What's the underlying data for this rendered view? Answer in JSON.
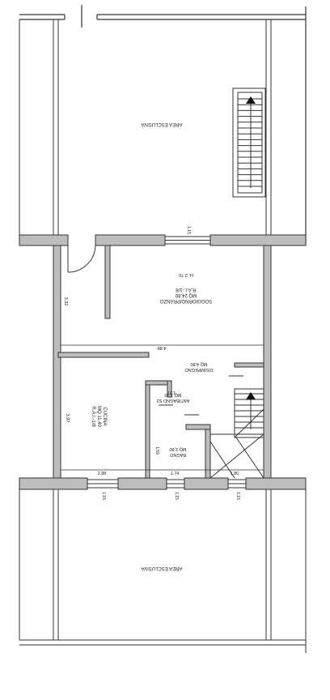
{
  "rooms": {
    "area_top": {
      "label": "AREA ESCLUSIVA"
    },
    "soggiorno": {
      "name": "SOGGIORNO/PRANZO",
      "area": "MQ 24,80",
      "ratio": "R.A.I.-1/8"
    },
    "height": {
      "label": "H. 2.70"
    },
    "disimpegno": {
      "name": "DISIMPEGNO",
      "area": "MQ 4,80"
    },
    "antibagno": {
      "name": "ANTIBAGNO S3",
      "area": "MQ 1,70"
    },
    "cucina": {
      "name": "CUCINA",
      "area": "MQ 11,40",
      "ratio": "R.A.I.-1/8"
    },
    "bagno": {
      "name": "BAGNO",
      "area": "MQ 2,80"
    },
    "area_bottom": {
      "label": "AREA ESCLUSIVA"
    }
  },
  "dimensions": {
    "d332": "3.32",
    "d488": "4.88",
    "d397": "3.97",
    "d127": "1.27",
    "d159": "1.59",
    "d288": "2.88",
    "d174": "1.74",
    "d180": "1.80",
    "win_top": "1.15",
    "win_b1": "1.15",
    "win_b2": "1.15",
    "win_b3": "1.15"
  }
}
